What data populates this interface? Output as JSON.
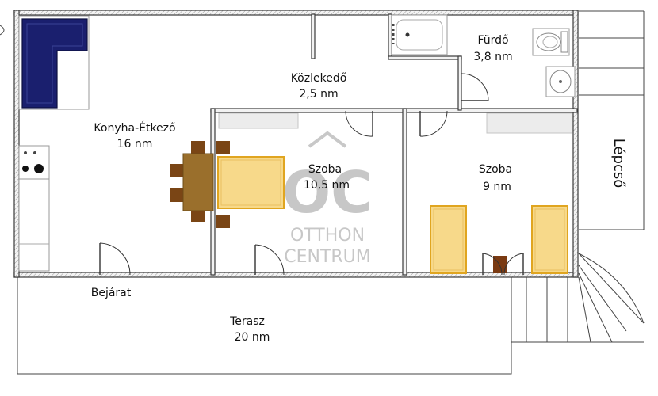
{
  "rooms": {
    "konyha": {
      "name": "Konyha-Étkező",
      "area": "16 nm"
    },
    "kozlekedo": {
      "name": "Közlekedő",
      "area": "2,5 nm"
    },
    "furdo": {
      "name": "Fürdő",
      "area": "3,8 nm"
    },
    "szoba1": {
      "name": "Szoba",
      "area": "10,5 nm"
    },
    "szoba2": {
      "name": "Szoba",
      "area": "9 nm"
    },
    "terasz": {
      "name": "Terasz",
      "area": "20 nm"
    }
  },
  "labels": {
    "bejarat": "Bejárat",
    "lepcso": "Lépcső"
  },
  "watermark": {
    "monogram": "OC",
    "line1": "OTTHON",
    "line2": "CENTRUM"
  },
  "colors": {
    "sofa": "#1a1f6e",
    "table": "#9a6f2c",
    "chair": "#7a4515",
    "bed": "#f7d98a",
    "bed_border": "#e0a520",
    "nightstand": "#7a3a12"
  }
}
